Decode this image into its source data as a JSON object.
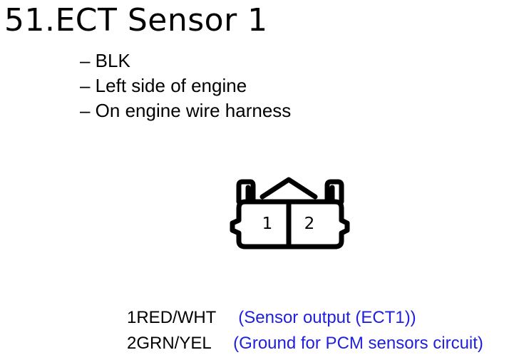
{
  "title": "51.ECT Sensor 1",
  "bullets": [
    "– BLK",
    "– Left side of engine",
    "– On engine wire harness"
  ],
  "connector": {
    "pin_labels": [
      "1",
      "2"
    ],
    "icon": "two-pin-connector-face-icon"
  },
  "pins": [
    {
      "id": "1RED/WHT",
      "desc": "(Sensor output (ECT1))"
    },
    {
      "id": "2GRN/YEL",
      "desc": "(Ground for PCM sensors circuit)"
    }
  ],
  "colors": {
    "text": "#000000",
    "desc": "#1f1fdc"
  }
}
